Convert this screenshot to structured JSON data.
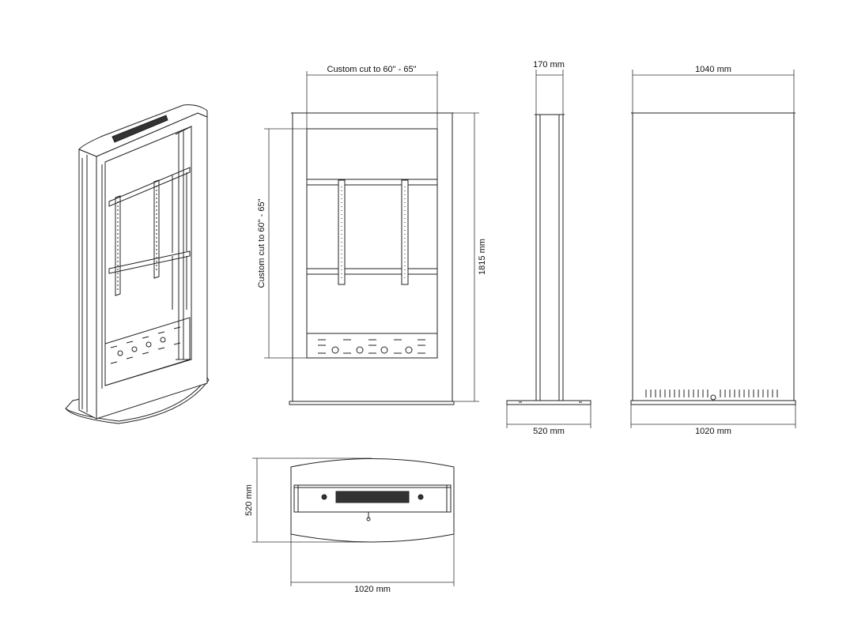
{
  "dimensions": {
    "front_width": "Custom cut to 60\" - 65\"",
    "front_height": "Custom cut to 60\" - 65\"",
    "total_height": "1815 mm",
    "side_depth": "170 mm",
    "side_base": "520 mm",
    "rear_top_width": "1040 mm",
    "rear_base_width": "1020 mm",
    "plan_width": "1020 mm",
    "plan_depth": "520 mm"
  },
  "colors": {
    "line": "#222222",
    "light_line": "#555555",
    "fill": "#ffffff"
  }
}
